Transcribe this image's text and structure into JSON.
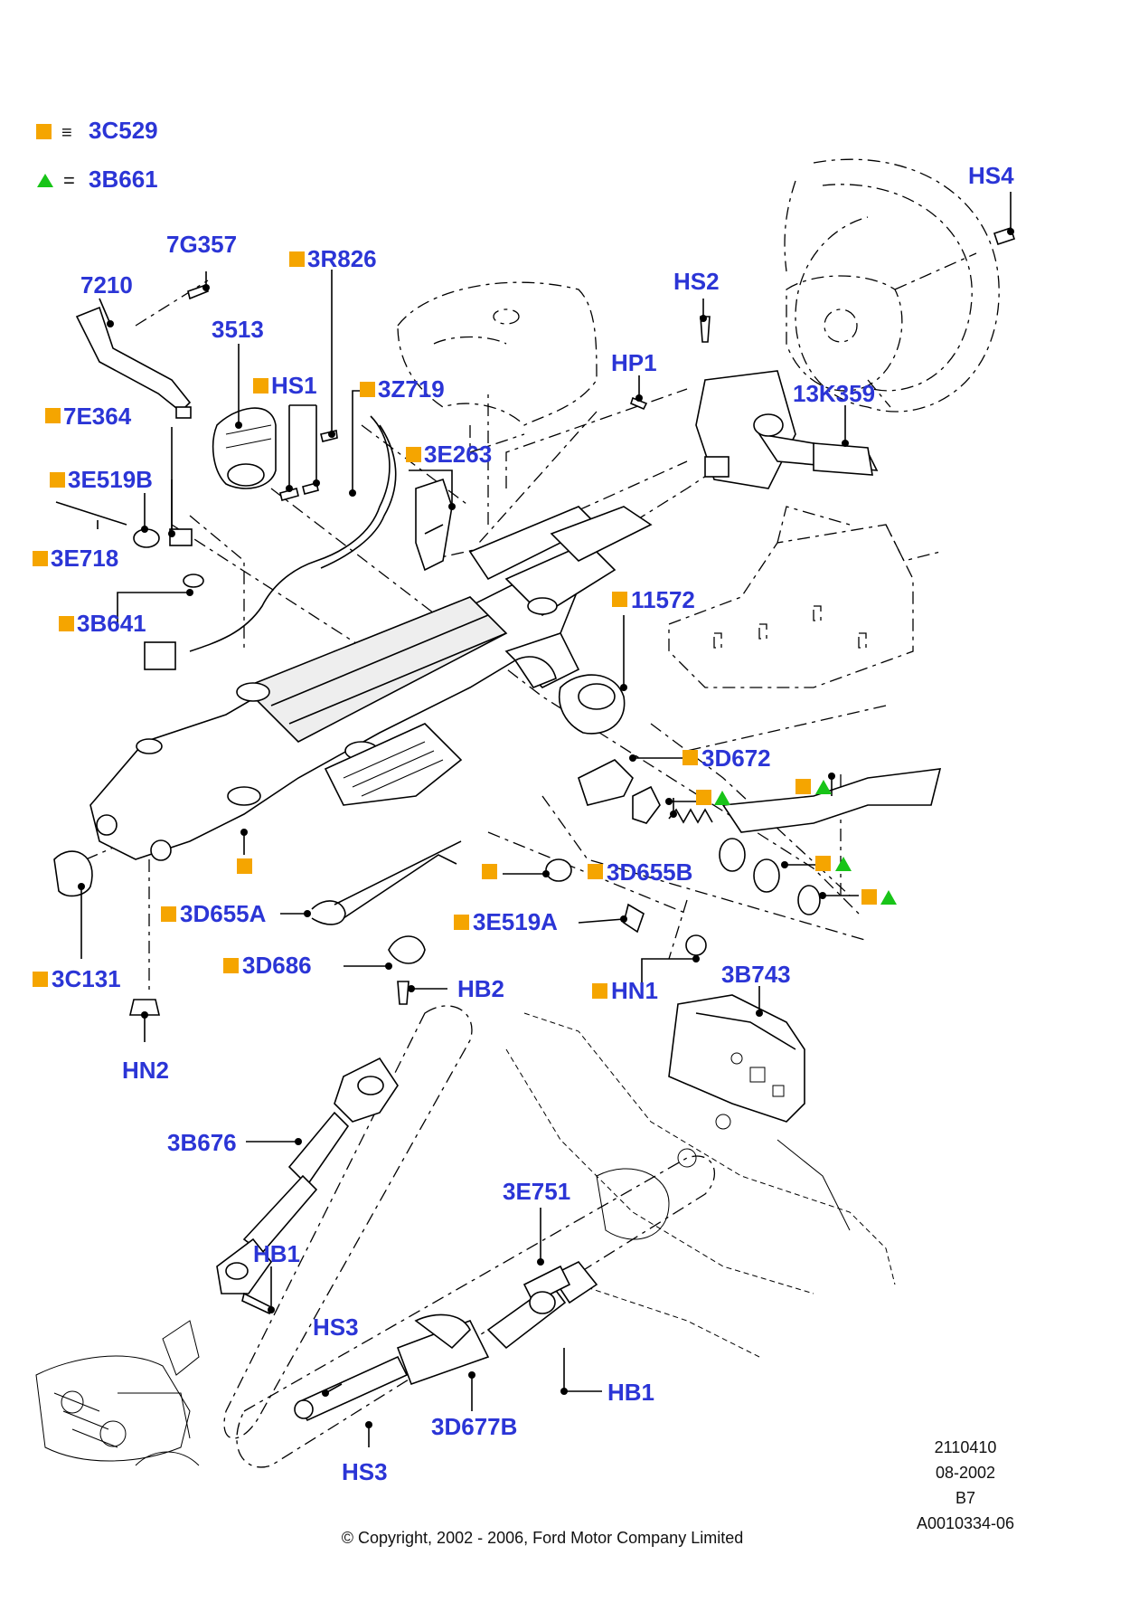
{
  "legend": [
    {
      "symbol": "square-equiv",
      "operator": "≡",
      "code": "3C529"
    },
    {
      "symbol": "triangle-equals",
      "operator": "=",
      "code": "3B661"
    }
  ],
  "parts": {
    "p_7g357": "7G357",
    "p_7210": "7210",
    "p_3513": "3513",
    "p_3r826": "3R826",
    "p_hs1": "HS1",
    "p_3z719": "3Z719",
    "p_7e364": "7E364",
    "p_3e263": "3E263",
    "p_3e519b": "3E519B",
    "p_3e718": "3E718",
    "p_3b641": "3B641",
    "p_hs4": "HS4",
    "p_hs2": "HS2",
    "p_hp1": "HP1",
    "p_13k359": "13K359",
    "p_11572": "11572",
    "p_3d672": "3D672",
    "p_3d655b": "3D655B",
    "p_3d655a": "3D655A",
    "p_3e519a": "3E519A",
    "p_3d686": "3D686",
    "p_3c131": "3C131",
    "p_hb2": "HB2",
    "p_hn1": "HN1",
    "p_3b743": "3B743",
    "p_hn2": "HN2",
    "p_3b676": "3B676",
    "p_hb1a": "HB1",
    "p_3e751": "3E751",
    "p_hs3a": "HS3",
    "p_hb1b": "HB1",
    "p_3d677b": "3D677B",
    "p_hs3b": "HS3"
  },
  "colors": {
    "label": "#2b35d6",
    "square_marker": "#f5a500",
    "triangle_marker": "#18c418"
  },
  "footer": {
    "drawing_no": "2110410",
    "date": "08-2002",
    "revision": "B7",
    "ref": "A0010334-06",
    "copyright": "© Copyright, 2002 - 2006, Ford Motor Company Limited"
  }
}
